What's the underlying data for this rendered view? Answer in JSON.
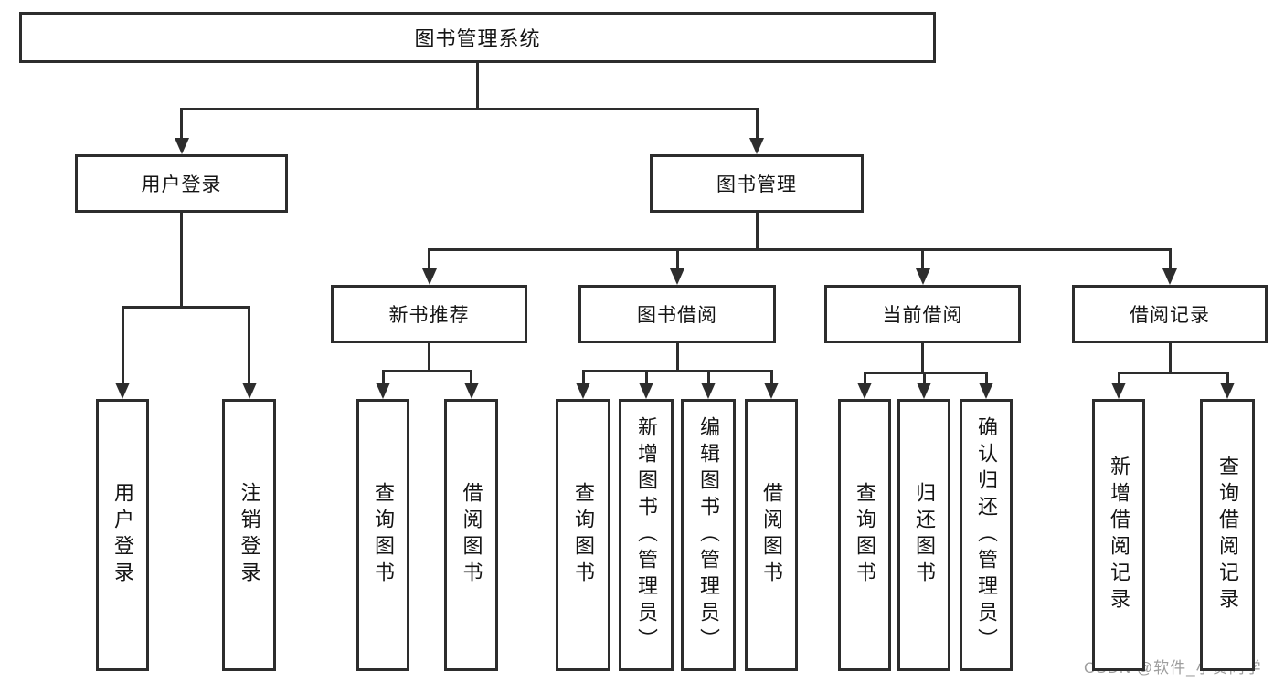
{
  "diagram": {
    "title": "图书管理系统",
    "watermark": "CSDN @软件_小贺同学",
    "colors": {
      "line": "#2d2d2d",
      "text": "#141414",
      "background": "#ffffff",
      "watermark": "#9d9d9d"
    },
    "nodes": [
      {
        "id": "root",
        "label": "图书管理系统",
        "orientation": "horizontal",
        "level": 1
      },
      {
        "id": "user-login",
        "label": "用户登录",
        "orientation": "horizontal",
        "level": 2
      },
      {
        "id": "book-mgmt",
        "label": "图书管理",
        "orientation": "horizontal",
        "level": 2
      },
      {
        "id": "new-book-rec",
        "label": "新书推荐",
        "orientation": "horizontal",
        "level": 3
      },
      {
        "id": "book-borrow",
        "label": "图书借阅",
        "orientation": "horizontal",
        "level": 3
      },
      {
        "id": "current-borrow",
        "label": "当前借阅",
        "orientation": "horizontal",
        "level": 3
      },
      {
        "id": "borrow-records",
        "label": "借阅记录",
        "orientation": "horizontal",
        "level": 3
      },
      {
        "id": "leaf-user-login",
        "label": "用户登录",
        "orientation": "vertical",
        "level": 4
      },
      {
        "id": "leaf-logout",
        "label": "注销登录",
        "orientation": "vertical",
        "level": 4
      },
      {
        "id": "leaf-query-book-1",
        "label": "查询图书",
        "orientation": "vertical",
        "level": 4
      },
      {
        "id": "leaf-borrow-book-1",
        "label": "借阅图书",
        "orientation": "vertical",
        "level": 4
      },
      {
        "id": "leaf-query-book-2",
        "label": "查询图书",
        "orientation": "vertical",
        "level": 4
      },
      {
        "id": "leaf-add-book",
        "label": "新增图书（管理员）",
        "orientation": "vertical",
        "level": 4
      },
      {
        "id": "leaf-edit-book",
        "label": "编辑图书（管理员）",
        "orientation": "vertical",
        "level": 4
      },
      {
        "id": "leaf-borrow-book-2",
        "label": "借阅图书",
        "orientation": "vertical",
        "level": 4
      },
      {
        "id": "leaf-query-book-3",
        "label": "查询图书",
        "orientation": "vertical",
        "level": 4
      },
      {
        "id": "leaf-return-book",
        "label": "归还图书",
        "orientation": "vertical",
        "level": 4
      },
      {
        "id": "leaf-confirm-return",
        "label": "确认归还（管理员）",
        "orientation": "vertical",
        "level": 4
      },
      {
        "id": "leaf-add-record",
        "label": "新增借阅记录",
        "orientation": "vertical",
        "level": 4
      },
      {
        "id": "leaf-query-record",
        "label": "查询借阅记录",
        "orientation": "vertical",
        "level": 4
      }
    ],
    "edges": [
      {
        "from": "root",
        "to": "user-login"
      },
      {
        "from": "root",
        "to": "book-mgmt"
      },
      {
        "from": "user-login",
        "to": "leaf-user-login"
      },
      {
        "from": "user-login",
        "to": "leaf-logout"
      },
      {
        "from": "book-mgmt",
        "to": "new-book-rec"
      },
      {
        "from": "book-mgmt",
        "to": "book-borrow"
      },
      {
        "from": "book-mgmt",
        "to": "current-borrow"
      },
      {
        "from": "book-mgmt",
        "to": "borrow-records"
      },
      {
        "from": "new-book-rec",
        "to": "leaf-query-book-1"
      },
      {
        "from": "new-book-rec",
        "to": "leaf-borrow-book-1"
      },
      {
        "from": "book-borrow",
        "to": "leaf-query-book-2"
      },
      {
        "from": "book-borrow",
        "to": "leaf-add-book"
      },
      {
        "from": "book-borrow",
        "to": "leaf-edit-book"
      },
      {
        "from": "book-borrow",
        "to": "leaf-borrow-book-2"
      },
      {
        "from": "current-borrow",
        "to": "leaf-query-book-3"
      },
      {
        "from": "current-borrow",
        "to": "leaf-return-book"
      },
      {
        "from": "current-borrow",
        "to": "leaf-confirm-return"
      },
      {
        "from": "borrow-records",
        "to": "leaf-add-record"
      },
      {
        "from": "borrow-records",
        "to": "leaf-query-record"
      }
    ]
  }
}
